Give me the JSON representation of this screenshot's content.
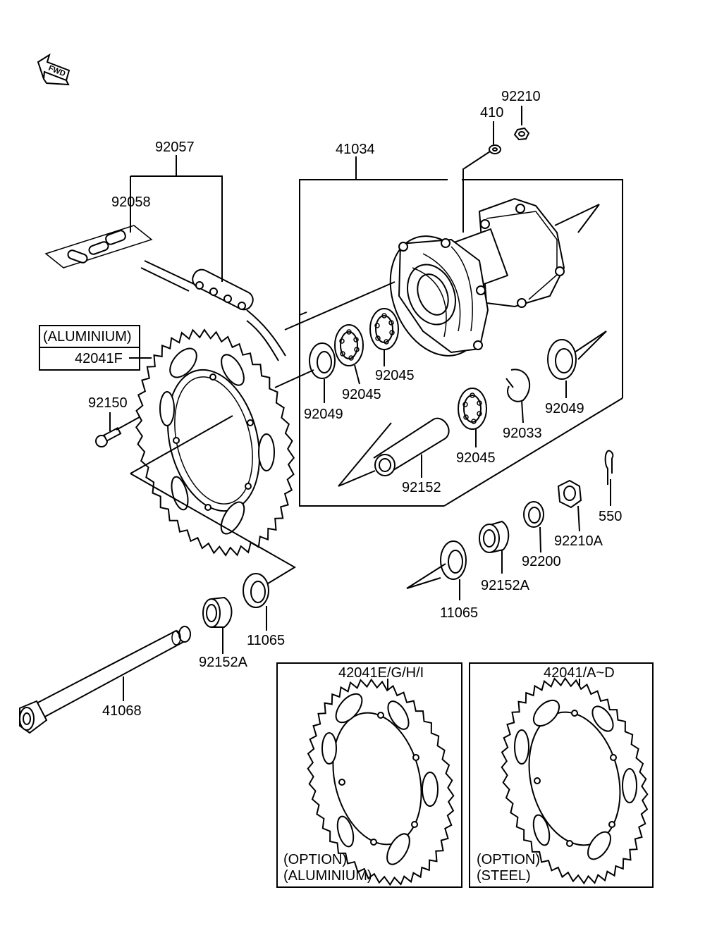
{
  "fwd_label": "FWD",
  "callouts": {
    "c92210": "92210",
    "c410": "410",
    "c92057": "92057",
    "c41034": "41034",
    "c92058": "92058",
    "c_aluminium": "(ALUMINIUM)",
    "c42041F": "42041F",
    "c92045_a": "92045",
    "c92045_b": "92045",
    "c92049_a": "92049",
    "c92049_b": "92049",
    "c92150": "92150",
    "c92033": "92033",
    "c92045_c": "92045",
    "c92152": "92152",
    "c550": "550",
    "c92210A": "92210A",
    "c92200": "92200",
    "c92152A_a": "92152A",
    "c11065_a": "11065",
    "c11065_b": "11065",
    "c92152A_b": "92152A",
    "c41068": "41068",
    "c42041EGHI": "42041E/G/H/I",
    "c42041AD": "42041/A~D"
  },
  "option_boxes": {
    "left": {
      "line1": "(OPTION)",
      "line2": "(ALUMINIUM)"
    },
    "right": {
      "line1": "(OPTION)",
      "line2": "(STEEL)"
    }
  }
}
